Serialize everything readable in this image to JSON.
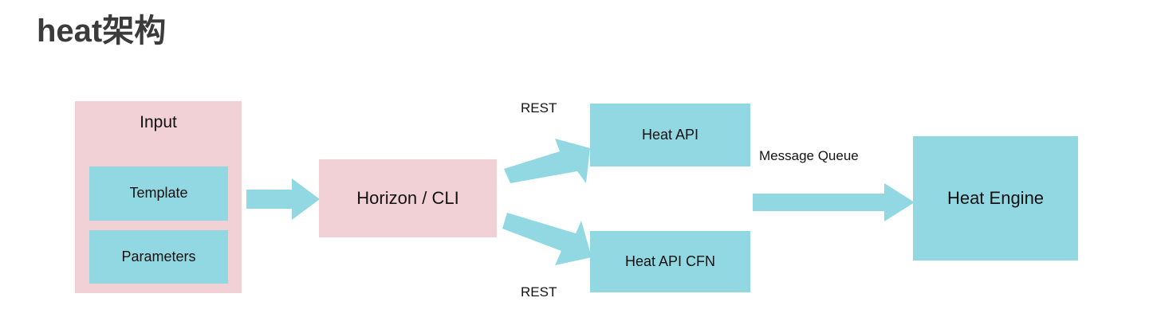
{
  "title": "heat架构",
  "colors": {
    "pink": "#f2d1d6",
    "cyan": "#92d8e3",
    "title_text": "#3b3b3b",
    "body_text": "#121212",
    "background": "#ffffff"
  },
  "diagram": {
    "type": "flow-diagram",
    "nodes": [
      {
        "id": "input",
        "label": "Input",
        "style": "pink"
      },
      {
        "id": "template",
        "label": "Template",
        "style": "cyan"
      },
      {
        "id": "parameters",
        "label": "Parameters",
        "style": "cyan"
      },
      {
        "id": "horizon_cli",
        "label": "Horizon / CLI",
        "style": "pink"
      },
      {
        "id": "heat_api",
        "label": "Heat API",
        "style": "cyan"
      },
      {
        "id": "heat_api_cfn",
        "label": "Heat API CFN",
        "style": "cyan"
      },
      {
        "id": "heat_engine",
        "label": "Heat Engine",
        "style": "cyan"
      }
    ],
    "edges": [
      {
        "from": "input",
        "to": "horizon_cli",
        "label": "",
        "direction": "right"
      },
      {
        "from": "horizon_cli",
        "to": "heat_api",
        "label": "REST",
        "direction": "up-right"
      },
      {
        "from": "horizon_cli",
        "to": "heat_api_cfn",
        "label": "REST",
        "direction": "down-right"
      },
      {
        "from": "heat_api",
        "to": "heat_engine",
        "label": "Message Queue",
        "direction": "right"
      }
    ]
  },
  "labels": {
    "rest_top": "REST",
    "rest_bottom": "REST",
    "message_queue": "Message Queue"
  }
}
